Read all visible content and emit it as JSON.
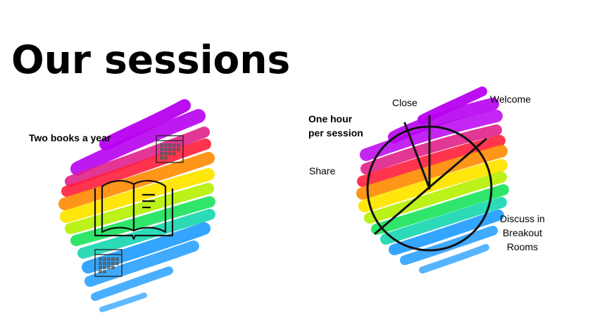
{
  "slide": {
    "title": "Our sessions",
    "left_panel": {
      "label": "Two books a year",
      "icons": [
        "calendar-icon",
        "open-book-icon",
        "calendar-icon"
      ]
    },
    "right_panel": {
      "heading_line1": "One hour",
      "heading_line2": "per session",
      "segments": {
        "close": "Close",
        "welcome": "Welcome",
        "share": "Share",
        "discuss_line1": "Discuss in",
        "discuss_line2": "Breakout",
        "discuss_line3": "Rooms"
      },
      "icon": "pie-chart-icon"
    },
    "colors": {
      "purple": "#b800f0",
      "magenta": "#e0218a",
      "red": "#ff1e3c",
      "orange": "#ff8a00",
      "yellow": "#ffe600",
      "lime": "#b5f000",
      "green": "#19e35a",
      "teal": "#16d6b0",
      "blue": "#1e9bff"
    }
  }
}
